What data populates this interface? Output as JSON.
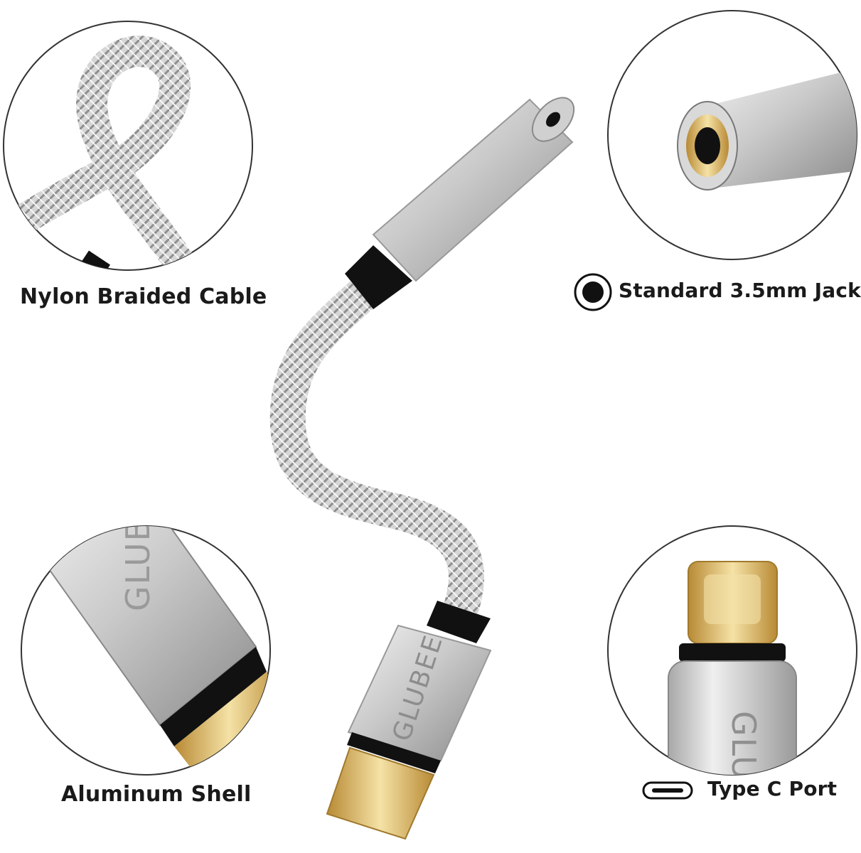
{
  "features": {
    "nylon": {
      "label": "Nylon Braided Cable"
    },
    "jack": {
      "label": "Standard 3.5mm Jack",
      "icon": "audio-jack-icon"
    },
    "shell": {
      "label": "Aluminum Shell"
    },
    "typec": {
      "label": "Type C Port",
      "icon": "usb-c-icon"
    }
  },
  "brand": {
    "name": "GLUBEE"
  },
  "colors": {
    "silver": "#c8c8c8",
    "gold": "#d9b25a",
    "black": "#111111"
  }
}
